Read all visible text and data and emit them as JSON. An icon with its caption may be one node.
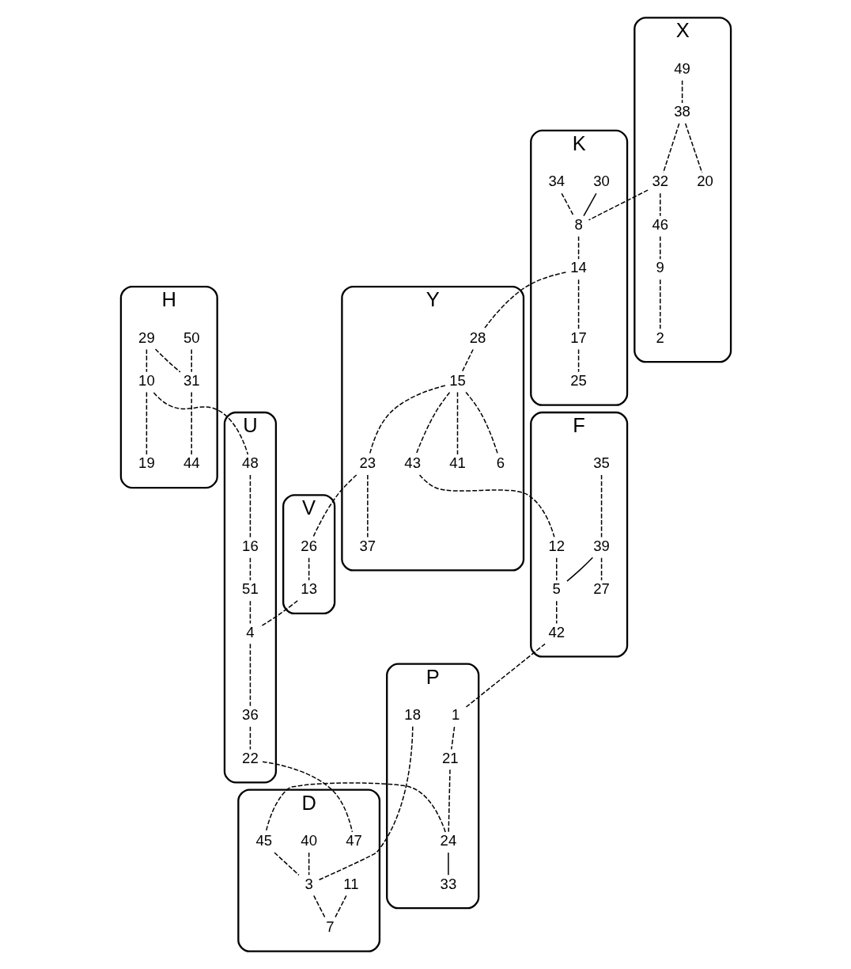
{
  "diagram": {
    "nodes": [
      {
        "text": [
          "H"
        ]
      },
      {
        "text": [
          "50"
        ],
        "in": 0
      },
      {
        "text": [
          "29"
        ],
        "in": 0
      },
      {
        "text": [
          "31"
        ],
        "in": 0
      },
      {
        "text": [
          "44"
        ],
        "in": 0
      },
      {
        "text": [
          "10"
        ],
        "in": 0
      },
      {
        "text": [
          "19"
        ],
        "in": 0
      },
      {
        "text": [
          "X"
        ]
      },
      {
        "text": [
          "49"
        ],
        "in": 7
      },
      {
        "text": [
          "38"
        ],
        "in": 7
      },
      {
        "text": [
          "32"
        ],
        "in": 7
      },
      {
        "text": [
          "46"
        ],
        "in": 7
      },
      {
        "text": [
          "20"
        ],
        "in": 7
      },
      {
        "text": [
          "9"
        ],
        "in": 7
      },
      {
        "text": [
          "2"
        ],
        "in": 7
      },
      {
        "text": [
          "K"
        ]
      },
      {
        "text": [
          "30"
        ],
        "in": 15
      },
      {
        "text": [
          "34"
        ],
        "in": 15
      },
      {
        "text": [
          "8"
        ],
        "in": 15
      },
      {
        "text": [
          "14"
        ],
        "in": 15
      },
      {
        "text": [
          "17"
        ],
        "in": 15
      },
      {
        "text": [
          "25"
        ],
        "in": 15
      },
      {
        "text": [
          "Y"
        ]
      },
      {
        "text": [
          "28"
        ],
        "in": 22
      },
      {
        "text": [
          "15"
        ],
        "in": 22
      },
      {
        "text": [
          "23"
        ],
        "in": 22
      },
      {
        "text": [
          "43"
        ],
        "in": 22
      },
      {
        "text": [
          "41"
        ],
        "in": 22
      },
      {
        "text": [
          "6"
        ],
        "in": 22
      },
      {
        "text": [
          "37"
        ],
        "in": 22
      },
      {
        "text": [
          "V"
        ]
      },
      {
        "text": [
          "26"
        ],
        "in": 30
      },
      {
        "text": [
          "13"
        ],
        "in": 30
      },
      {
        "text": [
          "U"
        ]
      },
      {
        "text": [
          "48"
        ],
        "in": 33
      },
      {
        "text": [
          "16"
        ],
        "in": 33
      },
      {
        "text": [
          "51"
        ],
        "in": 33
      },
      {
        "text": [
          "4"
        ],
        "in": 33
      },
      {
        "text": [
          "36"
        ],
        "in": 33
      },
      {
        "text": [
          "22"
        ],
        "in": 33
      },
      {
        "text": [
          "D"
        ]
      },
      {
        "text": [
          "47"
        ],
        "in": 40
      },
      {
        "text": [
          "40"
        ],
        "in": 40
      },
      {
        "text": [
          "11"
        ],
        "in": 40
      },
      {
        "text": [
          "45"
        ],
        "in": 40
      },
      {
        "text": [
          "3"
        ],
        "in": 40
      },
      {
        "text": [
          "7"
        ],
        "in": 40
      },
      {
        "text": [
          "F"
        ]
      },
      {
        "text": [
          "12"
        ],
        "in": 47
      },
      {
        "text": [
          "35"
        ],
        "in": 47
      },
      {
        "text": [
          "39"
        ],
        "in": 47
      },
      {
        "text": [
          "5"
        ],
        "in": 47
      },
      {
        "text": [
          "42"
        ],
        "in": 47
      },
      {
        "text": [
          "27"
        ],
        "in": 47
      },
      {
        "text": [
          "P"
        ]
      },
      {
        "text": [
          "1"
        ],
        "in": 54
      },
      {
        "text": [
          "21"
        ],
        "in": 54
      },
      {
        "text": [
          "24"
        ],
        "in": 54
      },
      {
        "text": [
          "33"
        ],
        "in": 54
      },
      {
        "text": [
          "18"
        ],
        "in": 54
      }
    ],
    "edges": [
      {
        "from": 1,
        "to": 3,
        "arrow": "none",
        "style": "dashed"
      },
      {
        "from": 2,
        "to": 3,
        "arrow": "none",
        "style": "dashed"
      },
      {
        "from": 3,
        "to": 4,
        "arrow": "none",
        "style": "dashed"
      },
      {
        "from": 2,
        "to": 5,
        "arrow": "none",
        "style": "dashed"
      },
      {
        "from": 5,
        "to": 6,
        "arrow": "none",
        "style": "dashed"
      },
      {
        "from": 5,
        "to": 34,
        "arrow": "none",
        "style": "dashed"
      },
      {
        "from": 8,
        "to": 9,
        "arrow": "none",
        "style": "dashed"
      },
      {
        "from": 9,
        "to": 10,
        "arrow": "none",
        "style": "dashed"
      },
      {
        "from": 9,
        "to": 12,
        "arrow": "none",
        "style": "dashed"
      },
      {
        "from": 10,
        "to": 11,
        "arrow": "none",
        "style": "dashed"
      },
      {
        "from": 11,
        "to": 13,
        "arrow": "none",
        "style": "dashed"
      },
      {
        "from": 13,
        "to": 14,
        "arrow": "none",
        "style": "dashed"
      },
      {
        "from": 10,
        "to": 18,
        "arrow": "none",
        "style": "dashed"
      },
      {
        "from": 16,
        "to": 18,
        "arrow": "none"
      },
      {
        "from": 17,
        "to": 18,
        "arrow": "none",
        "style": "dashed"
      },
      {
        "from": 18,
        "to": 19,
        "arrow": "none",
        "style": "dashed"
      },
      {
        "from": 19,
        "to": 20,
        "arrow": "none",
        "style": "dashed"
      },
      {
        "from": 20,
        "to": 21,
        "arrow": "none",
        "style": "dashed"
      },
      {
        "from": 19,
        "to": 23,
        "arrow": "none",
        "style": "dashed"
      },
      {
        "from": 23,
        "to": 24,
        "arrow": "none",
        "style": "dashed"
      },
      {
        "from": 24,
        "to": 25,
        "arrow": "none",
        "style": "dashed"
      },
      {
        "from": 24,
        "to": 26,
        "arrow": "none",
        "style": "dashed"
      },
      {
        "from": 24,
        "to": 27,
        "arrow": "none",
        "style": "dashed"
      },
      {
        "from": 24,
        "to": 28,
        "arrow": "none",
        "style": "dashed"
      },
      {
        "from": 25,
        "to": 29,
        "arrow": "none",
        "style": "dashed"
      },
      {
        "from": 25,
        "to": 31,
        "arrow": "none",
        "style": "dashed"
      },
      {
        "from": 31,
        "to": 32,
        "arrow": "none",
        "style": "dashed"
      },
      {
        "from": 32,
        "to": 37,
        "arrow": "none",
        "style": "dashed"
      },
      {
        "from": 34,
        "to": 35,
        "arrow": "none",
        "style": "dashed"
      },
      {
        "from": 35,
        "to": 36,
        "arrow": "none",
        "style": "dashed"
      },
      {
        "from": 36,
        "to": 37,
        "arrow": "none",
        "style": "dashed"
      },
      {
        "from": 37,
        "to": 38,
        "arrow": "none",
        "style": "dashed"
      },
      {
        "from": 38,
        "to": 39,
        "arrow": "none",
        "style": "dashed"
      },
      {
        "from": 39,
        "to": 41,
        "arrow": "none",
        "style": "dashed"
      },
      {
        "from": 26,
        "to": 48,
        "arrow": "none",
        "style": "dashed"
      },
      {
        "from": 48,
        "to": 51,
        "arrow": "none",
        "style": "dashed"
      },
      {
        "from": 49,
        "to": 50,
        "arrow": "none",
        "style": "dashed"
      },
      {
        "from": 50,
        "to": 51,
        "arrow": "none"
      },
      {
        "from": 51,
        "to": 52,
        "arrow": "none",
        "style": "dashed"
      },
      {
        "from": 50,
        "to": 53,
        "arrow": "none",
        "style": "dashed"
      },
      {
        "from": 52,
        "to": 55,
        "arrow": "none",
        "style": "dashed"
      },
      {
        "from": 55,
        "to": 56,
        "arrow": "none",
        "style": "dashed"
      },
      {
        "from": 56,
        "to": 57,
        "arrow": "none",
        "style": "dashed"
      },
      {
        "from": 57,
        "to": 58,
        "arrow": "none"
      },
      {
        "from": 57,
        "to": 44,
        "arrow": "none",
        "style": "dashed"
      },
      {
        "from": 44,
        "to": 45,
        "arrow": "none",
        "style": "dashed"
      },
      {
        "from": 42,
        "to": 45,
        "arrow": "none",
        "style": "dashed"
      },
      {
        "from": 45,
        "to": 46,
        "arrow": "none",
        "style": "dashed"
      },
      {
        "from": 43,
        "to": 46,
        "arrow": "none",
        "style": "dashed"
      },
      {
        "from": 45,
        "to": 59,
        "arrow": "none",
        "style": "dashed"
      }
    ]
  }
}
